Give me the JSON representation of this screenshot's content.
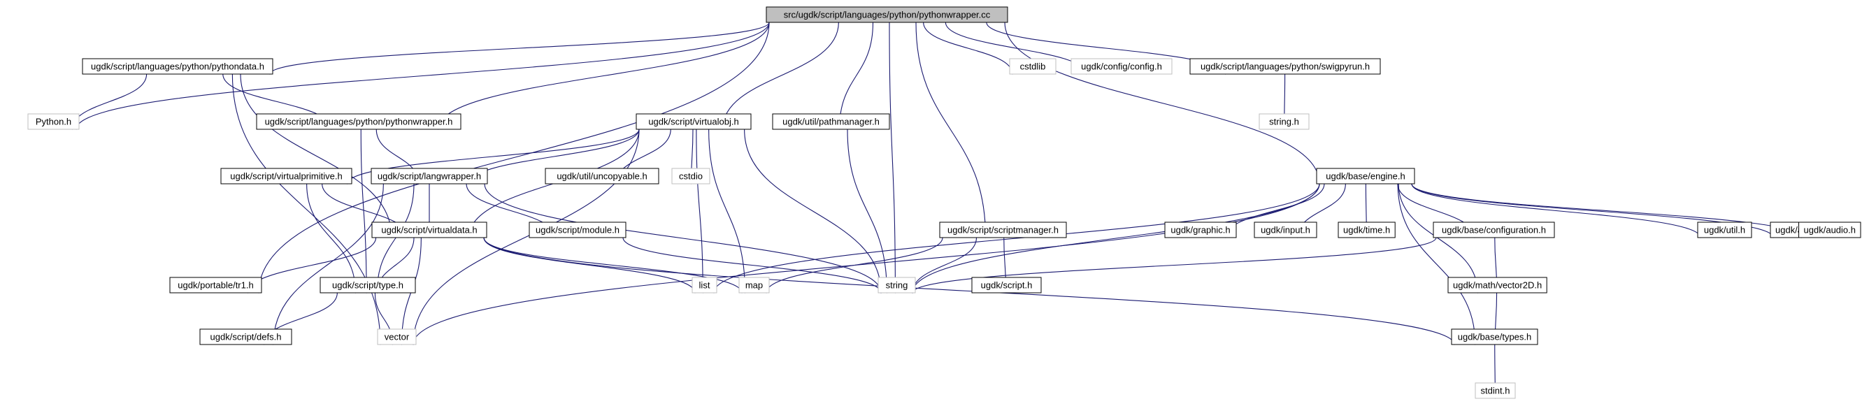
{
  "colors": {
    "edge": "#191970",
    "node_border": "#000000",
    "external_border": "#bfbfbf",
    "root_fill": "#bfbfbf",
    "node_fill": "#ffffff"
  },
  "nodes": [
    {
      "id": "root",
      "label": "src/ugdk/script/languages/python/pythonwrapper.cc",
      "kind": "root"
    },
    {
      "id": "pythondata",
      "label": "ugdk/script/languages/python/pythondata.h",
      "kind": "header"
    },
    {
      "id": "cstdlib",
      "label": "cstdlib",
      "kind": "external"
    },
    {
      "id": "config",
      "label": "ugdk/config/config.h",
      "kind": "external"
    },
    {
      "id": "swigpyrun",
      "label": "ugdk/script/languages/python/swigpyrun.h",
      "kind": "header"
    },
    {
      "id": "pythonh",
      "label": "Python.h",
      "kind": "external"
    },
    {
      "id": "pythonwrapperh",
      "label": "ugdk/script/languages/python/pythonwrapper.h",
      "kind": "header"
    },
    {
      "id": "virtualobj",
      "label": "ugdk/script/virtualobj.h",
      "kind": "header"
    },
    {
      "id": "pathmanager",
      "label": "ugdk/util/pathmanager.h",
      "kind": "header"
    },
    {
      "id": "stringh",
      "label": "string.h",
      "kind": "external"
    },
    {
      "id": "virtualprimitive",
      "label": "ugdk/script/virtualprimitive.h",
      "kind": "header"
    },
    {
      "id": "langwrapper",
      "label": "ugdk/script/langwrapper.h",
      "kind": "header"
    },
    {
      "id": "uncopyable",
      "label": "ugdk/util/uncopyable.h",
      "kind": "header"
    },
    {
      "id": "cstdio",
      "label": "cstdio",
      "kind": "external"
    },
    {
      "id": "engine",
      "label": "ugdk/base/engine.h",
      "kind": "header"
    },
    {
      "id": "virtualdata",
      "label": "ugdk/script/virtualdata.h",
      "kind": "header"
    },
    {
      "id": "module",
      "label": "ugdk/script/module.h",
      "kind": "header"
    },
    {
      "id": "scriptmanager",
      "label": "ugdk/script/scriptmanager.h",
      "kind": "header"
    },
    {
      "id": "graphic",
      "label": "ugdk/graphic.h",
      "kind": "header"
    },
    {
      "id": "input",
      "label": "ugdk/input.h",
      "kind": "header"
    },
    {
      "id": "time",
      "label": "ugdk/time.h",
      "kind": "header"
    },
    {
      "id": "configuration",
      "label": "ugdk/base/configuration.h",
      "kind": "header"
    },
    {
      "id": "util",
      "label": "ugdk/util.h",
      "kind": "header"
    },
    {
      "id": "action",
      "label": "ugdk/action.h",
      "kind": "header"
    },
    {
      "id": "audio",
      "label": "ugdk/audio.h",
      "kind": "header"
    },
    {
      "id": "tr1",
      "label": "ugdk/portable/tr1.h",
      "kind": "header"
    },
    {
      "id": "type",
      "label": "ugdk/script/type.h",
      "kind": "header"
    },
    {
      "id": "list",
      "label": "list",
      "kind": "external"
    },
    {
      "id": "map",
      "label": "map",
      "kind": "external"
    },
    {
      "id": "string",
      "label": "string",
      "kind": "external"
    },
    {
      "id": "script",
      "label": "ugdk/script.h",
      "kind": "header"
    },
    {
      "id": "vector2d",
      "label": "ugdk/math/vector2D.h",
      "kind": "header"
    },
    {
      "id": "defs",
      "label": "ugdk/script/defs.h",
      "kind": "header"
    },
    {
      "id": "vector",
      "label": "vector",
      "kind": "external"
    },
    {
      "id": "types",
      "label": "ugdk/base/types.h",
      "kind": "header"
    },
    {
      "id": "stdint",
      "label": "stdint.h",
      "kind": "external"
    }
  ],
  "edges": [
    [
      "root",
      "pythondata"
    ],
    [
      "root",
      "cstdlib"
    ],
    [
      "root",
      "config"
    ],
    [
      "root",
      "swigpyrun"
    ],
    [
      "root",
      "pythonh"
    ],
    [
      "root",
      "pythonwrapperh"
    ],
    [
      "root",
      "virtualobj"
    ],
    [
      "root",
      "pathmanager"
    ],
    [
      "root",
      "engine"
    ],
    [
      "root",
      "scriptmanager"
    ],
    [
      "root",
      "string"
    ],
    [
      "root",
      "tr1"
    ],
    [
      "swigpyrun",
      "stringh"
    ],
    [
      "pythondata",
      "pythonh"
    ],
    [
      "pythondata",
      "pythonwrapperh"
    ],
    [
      "pythondata",
      "virtualdata"
    ],
    [
      "pythondata",
      "vector"
    ],
    [
      "pythonwrapperh",
      "langwrapper"
    ],
    [
      "pythonwrapperh",
      "type"
    ],
    [
      "virtualobj",
      "virtualprimitive"
    ],
    [
      "virtualobj",
      "langwrapper"
    ],
    [
      "virtualobj",
      "uncopyable"
    ],
    [
      "virtualobj",
      "cstdio"
    ],
    [
      "virtualobj",
      "virtualdata"
    ],
    [
      "virtualobj",
      "list"
    ],
    [
      "virtualobj",
      "map"
    ],
    [
      "virtualobj",
      "string"
    ],
    [
      "virtualobj",
      "vector"
    ],
    [
      "pathmanager",
      "string"
    ],
    [
      "virtualprimitive",
      "virtualdata"
    ],
    [
      "virtualprimitive",
      "type"
    ],
    [
      "langwrapper",
      "virtualdata"
    ],
    [
      "langwrapper",
      "module"
    ],
    [
      "langwrapper",
      "type"
    ],
    [
      "langwrapper",
      "defs"
    ],
    [
      "langwrapper",
      "string"
    ],
    [
      "virtualdata",
      "tr1"
    ],
    [
      "virtualdata",
      "type"
    ],
    [
      "virtualdata",
      "list"
    ],
    [
      "virtualdata",
      "map"
    ],
    [
      "virtualdata",
      "vector"
    ],
    [
      "virtualdata",
      "types"
    ],
    [
      "module",
      "string"
    ],
    [
      "type",
      "defs"
    ],
    [
      "type",
      "vector"
    ],
    [
      "scriptmanager",
      "script"
    ],
    [
      "scriptmanager",
      "string"
    ],
    [
      "scriptmanager",
      "map"
    ],
    [
      "engine",
      "graphic"
    ],
    [
      "engine",
      "input"
    ],
    [
      "engine",
      "time"
    ],
    [
      "engine",
      "configuration"
    ],
    [
      "engine",
      "util"
    ],
    [
      "engine",
      "action"
    ],
    [
      "engine",
      "audio"
    ],
    [
      "engine",
      "vector2d"
    ],
    [
      "engine",
      "types"
    ],
    [
      "engine",
      "string"
    ],
    [
      "engine",
      "list"
    ],
    [
      "engine",
      "vector"
    ],
    [
      "configuration",
      "vector2d"
    ],
    [
      "configuration",
      "string"
    ],
    [
      "vector2d",
      "types"
    ],
    [
      "types",
      "stdint"
    ]
  ]
}
